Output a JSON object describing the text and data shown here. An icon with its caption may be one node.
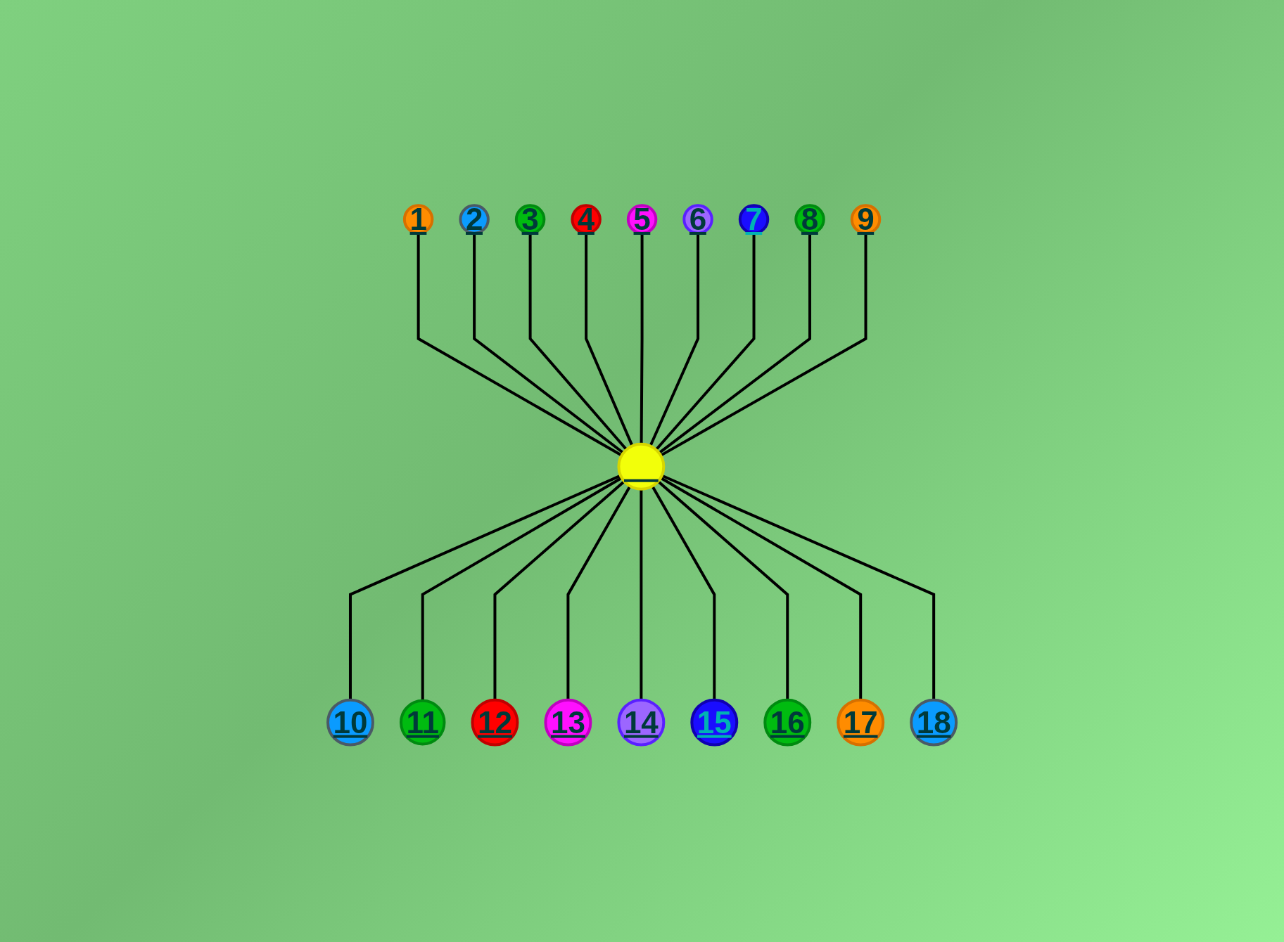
{
  "diagram": {
    "nodes": [
      {
        "text": [],
        "shape": "circle"
      },
      {
        "text": [
          "1"
        ]
      },
      {
        "text": [
          "2"
        ]
      },
      {
        "text": [
          "3"
        ]
      },
      {
        "text": [
          "4"
        ]
      },
      {
        "text": [
          "5"
        ]
      },
      {
        "text": [
          "6"
        ]
      },
      {
        "text": [
          "7"
        ]
      },
      {
        "text": [
          "8"
        ]
      },
      {
        "text": [
          "9"
        ]
      },
      {
        "text": [
          "10"
        ]
      },
      {
        "text": [
          "11"
        ]
      },
      {
        "text": [
          "12"
        ]
      },
      {
        "text": [
          "13"
        ]
      },
      {
        "text": [
          "14"
        ]
      },
      {
        "text": [
          "15"
        ]
      },
      {
        "text": [
          "16"
        ]
      },
      {
        "text": [
          "17"
        ]
      },
      {
        "text": [
          "18"
        ]
      }
    ],
    "edges": [
      {
        "from": 1,
        "to": 0,
        "arrow": "none"
      },
      {
        "from": 2,
        "to": 0,
        "arrow": "none"
      },
      {
        "from": 3,
        "to": 0,
        "arrow": "none"
      },
      {
        "from": 4,
        "to": 0,
        "arrow": "none"
      },
      {
        "from": 5,
        "to": 0,
        "arrow": "none"
      },
      {
        "from": 6,
        "to": 0,
        "arrow": "none"
      },
      {
        "from": 7,
        "to": 0,
        "arrow": "none"
      },
      {
        "from": 8,
        "to": 0,
        "arrow": "none"
      },
      {
        "from": 9,
        "to": 0,
        "arrow": "none"
      },
      {
        "from": 0,
        "to": 10,
        "arrow": "none"
      },
      {
        "from": 0,
        "to": 11,
        "arrow": "none"
      },
      {
        "from": 0,
        "to": 12,
        "arrow": "none"
      },
      {
        "from": 0,
        "to": 13,
        "arrow": "none"
      },
      {
        "from": 0,
        "to": 14,
        "arrow": "none"
      },
      {
        "from": 0,
        "to": 15,
        "arrow": "none"
      },
      {
        "from": 0,
        "to": 16,
        "arrow": "none"
      },
      {
        "from": 0,
        "to": 17,
        "arrow": "none"
      },
      {
        "from": 0,
        "to": 18,
        "arrow": "none"
      }
    ]
  }
}
